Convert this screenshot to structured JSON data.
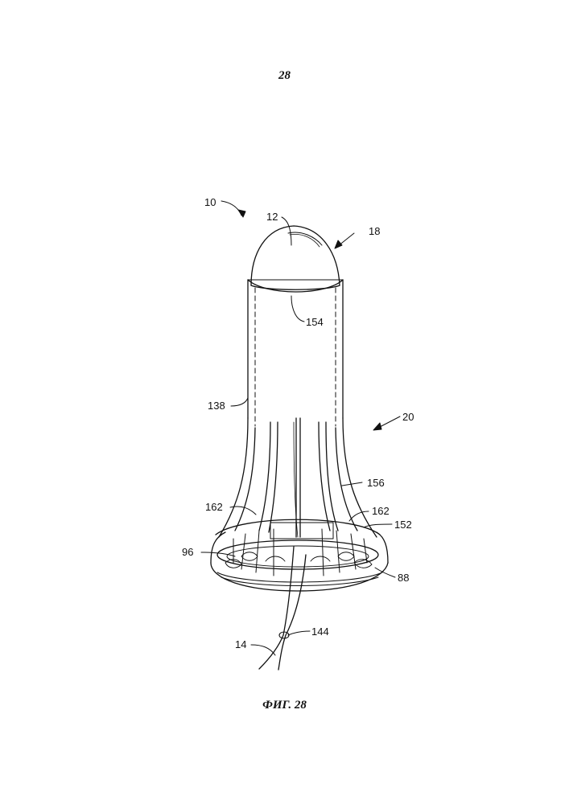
{
  "page": {
    "number": "28"
  },
  "figure": {
    "caption": "ФИГ. 28",
    "labels": {
      "l10": "10",
      "l12": "12",
      "l18": "18",
      "l154": "154",
      "l138": "138",
      "l20": "20",
      "l156": "156",
      "l162a": "162",
      "l162b": "162",
      "l152": "152",
      "l96": "96",
      "l88": "88",
      "l144": "144",
      "l14": "14"
    }
  }
}
